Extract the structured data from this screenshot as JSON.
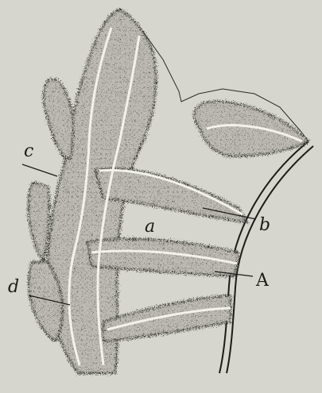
{
  "figure": {
    "background": "#d6d6cf",
    "ink": "#1b1b18",
    "tissue_fill": "#b7b5ad",
    "labels": {
      "a": "a",
      "b": "b",
      "c": "c",
      "d": "d",
      "A": "A"
    }
  }
}
